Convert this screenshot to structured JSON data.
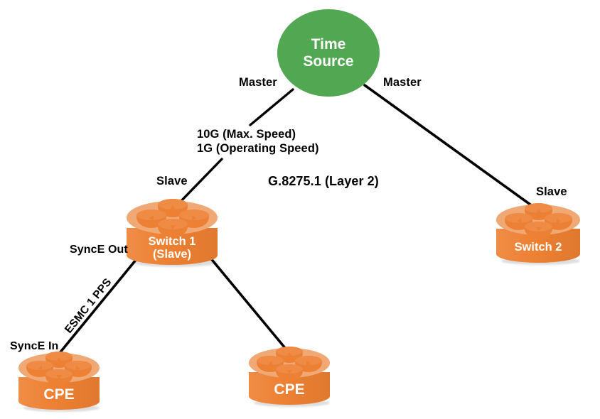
{
  "diagram": {
    "title": "PTP G.8275.1 network synchronization topology",
    "colors": {
      "time_source_fill": "#52A852",
      "device_fill": "#ED8032",
      "device_top": "#F0A875",
      "line": "#000000",
      "device_text": "#FFFFFF",
      "label_text": "#000000"
    }
  },
  "nodes": {
    "time_source": {
      "label_line1": "Time",
      "label_line2": "Source"
    },
    "switch1": {
      "label_line1": "Switch 1",
      "label_line2": "(Slave)"
    },
    "switch2": {
      "label_line1": "Switch 2",
      "label_line2": ""
    },
    "cpe_left": {
      "label_line1": "CPE",
      "label_line2": ""
    },
    "cpe_right": {
      "label_line1": "CPE",
      "label_line2": ""
    }
  },
  "labels": {
    "master_left": "Master",
    "master_right": "Master",
    "slave_left": "Slave",
    "slave_right": "Slave",
    "speed_max": "10G (Max. Speed)",
    "speed_operating": "1G (Operating Speed)",
    "protocol": "G.8275.1 (Layer 2)",
    "synce_out": "SyncE Out",
    "synce_in": "SyncE In",
    "esmc": "ESMC 1 PPS"
  },
  "links": [
    {
      "from": "time_source",
      "to": "switch1",
      "from_role": "Master",
      "to_role": "Slave"
    },
    {
      "from": "time_source",
      "to": "switch2",
      "from_role": "Master",
      "to_role": "Slave"
    },
    {
      "from": "switch1",
      "to": "cpe_left",
      "from_role": "SyncE Out",
      "to_role": "SyncE In"
    },
    {
      "from": "switch1",
      "to": "cpe_right",
      "from_role": "",
      "to_role": ""
    }
  ]
}
